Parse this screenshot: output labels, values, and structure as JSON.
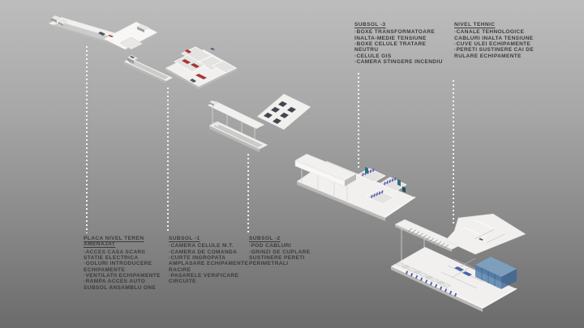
{
  "page": {
    "background_top": "#bdbdbd",
    "background_bottom": "#6b6b6b",
    "diagram_type": "exploded axonometric building levels"
  },
  "palette": {
    "text": "#3b3b3b",
    "leader": "#f2f2f0",
    "slab_white": "#f1f0ee",
    "equipment_red": "#a83636",
    "equipment_blue": "#4565ae",
    "equipment_purple": "#645bb4",
    "equipment_teal": "#2e7079",
    "equipment_teal_dark": "#20525b",
    "equipment_dark": "#4d5560",
    "opening_dark": "#41464f",
    "glass_top": "#7fa6cc",
    "glass_front": "#4f7cab",
    "glass_side": "#3d6694"
  },
  "annotations": [
    {
      "title": "SUBSOL -3",
      "lines": [
        "·BOXE TRANSFORMATOARE",
        "INALTA-MEDIE TENSIUNE",
        "·BOXE CELULE TRATARE",
        "NEUTRU",
        "·CELULE GIS",
        "·CAMERA STINGERE INCENDIU"
      ]
    },
    {
      "title": "NIVEL TEHNIC",
      "lines": [
        "·CANALE TEHNOLOGICE",
        "CABLURI INALTA TENSIUNE",
        "·CUVE ULEI ECHIPAMENTE",
        "·PERETI SUSTINERE CAI DE",
        "RULARE ECHIPAMENTE"
      ]
    },
    {
      "title": "PLACA NIVEL TEREN AMENAJAT",
      "lines": [
        "·ACCES CASA SCARII",
        "STATIE ELECTRICA",
        "·GOLURI INTRODUCERE",
        "ECHIPAMENTE",
        "·VENTILATII ECHIPAMENTE",
        "·RAMPA ACCES AUTO",
        "SUBSOL ANSAMBLU ONE"
      ]
    },
    {
      "title": "SUBSOL -1",
      "lines": [
        "·CAMERA CELULE M.T.",
        "·CAMERA DE COMANDA",
        "·CURTE INGROPATA",
        "AMPLASARE ECHIPAMENTE",
        "RACIRE",
        "·PASARELE VERIFICARE",
        "CIRCUITE"
      ]
    },
    {
      "title": "SUBSOL -2",
      "lines": [
        "·POD CABLURI",
        "·GRINZI DE CUPLARE",
        "SUSTINERE PERETI",
        "PERIMETRALI"
      ]
    }
  ]
}
